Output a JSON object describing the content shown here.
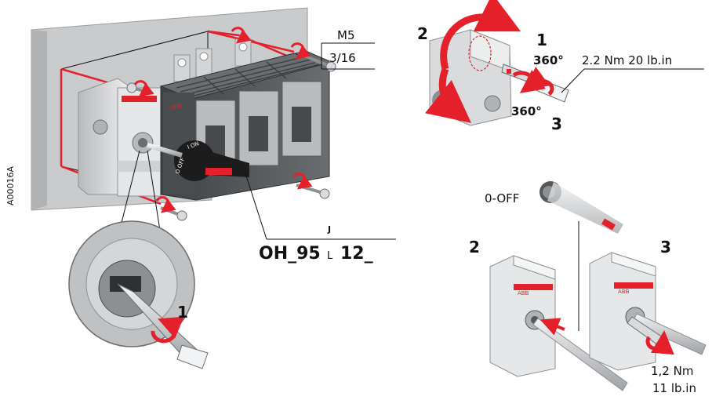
{
  "colors": {
    "accent_red": "#e4202a",
    "wall_gray": "#c9cbcd",
    "body_dark": "#55585b",
    "body_mid": "#8d9093",
    "body_light": "#d9dbdd",
    "handle_black": "#1c1c1c",
    "line_black": "#111111"
  },
  "labels": {
    "doc_code": "A00016A",
    "bolt_size": "M5",
    "tool_size": "3/16",
    "product_code_main": "OH_95",
    "product_code_sup": "J",
    "product_code_sub": "L",
    "product_code_tail": "12_",
    "step1_detail": "1",
    "step1_top": "1",
    "step2_top": "2",
    "step3_top": "3",
    "rot_360_a": "360°",
    "rot_360_b": "360°",
    "torque_screw": "2.2 Nm  20 lb.in",
    "position_off": "0-OFF",
    "step2_bottom": "2",
    "step3_bottom": "3",
    "torque_shaft_nm": "1,2 Nm",
    "torque_shaft_lbin": "11 lb.in",
    "brand_mark": "ABB",
    "handle_off": "O OFF",
    "handle_on": "I ON"
  },
  "icons": [
    "rotation-arrow-icon",
    "screwdriver-icon",
    "bolt-icon",
    "push-arrow-icon"
  ]
}
